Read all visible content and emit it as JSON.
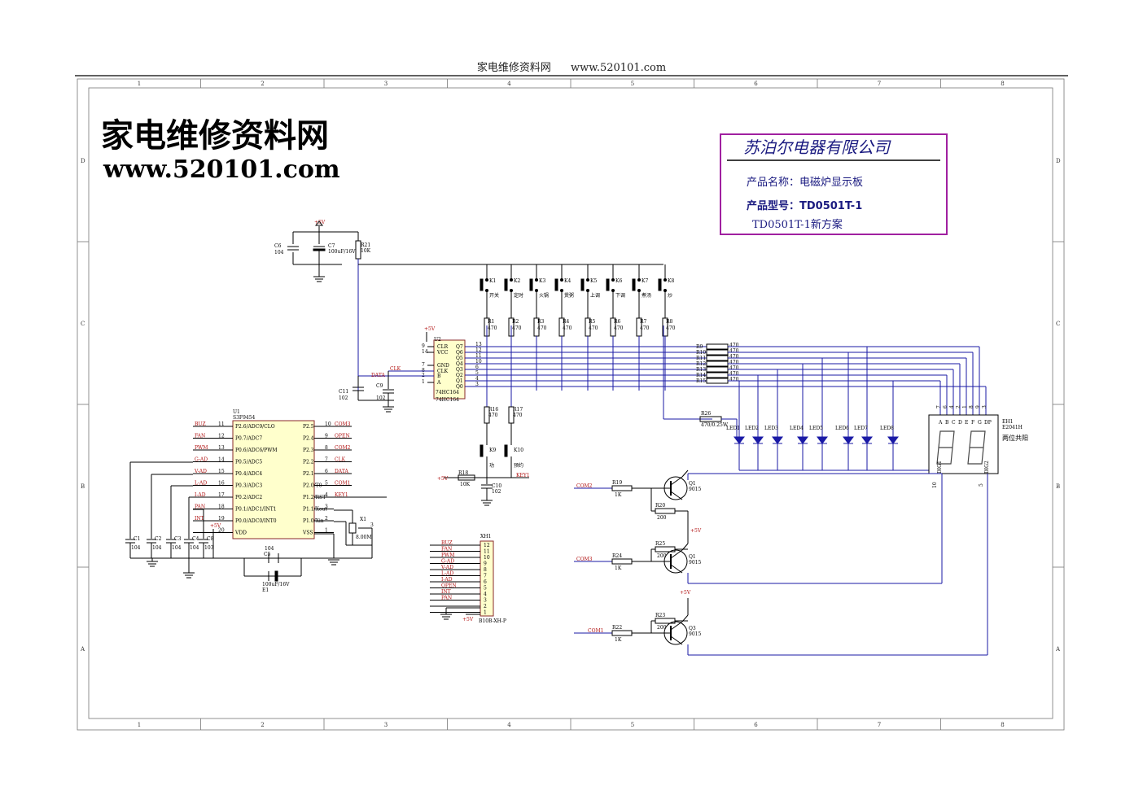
{
  "header": {
    "site_name": "家电维修资料网",
    "site_url": "www.520101.com"
  },
  "watermark": {
    "line1": "家电维修资料网",
    "line2": "www.520101.com"
  },
  "title_block": {
    "company": "苏泊尔电器有限公司",
    "product_name": "产品名称：电磁炉显示板",
    "product_model": "产品型号：TD0501T-1",
    "scheme": "TD0501T-1新方案"
  },
  "frame": {
    "col_labels": [
      "1",
      "2",
      "3",
      "4",
      "5",
      "6",
      "7",
      "8"
    ],
    "row_labels": [
      "D",
      "C",
      "B",
      "A"
    ]
  },
  "power": {
    "vcc": "+5V"
  },
  "top_caps": {
    "c6": {
      "name": "C6",
      "value": "104"
    },
    "c7": {
      "name": "C7",
      "value": "100uF/16V"
    },
    "r21": {
      "name": "R21",
      "value": "10K"
    }
  },
  "keys": [
    {
      "name": "K1",
      "func": "开关"
    },
    {
      "name": "K2",
      "func": "定时"
    },
    {
      "name": "K3",
      "func": "火锅"
    },
    {
      "name": "K4",
      "func": "煲粥"
    },
    {
      "name": "K5",
      "func": "上调"
    },
    {
      "name": "K6",
      "func": "下调"
    },
    {
      "name": "K7",
      "func": "煮汤"
    },
    {
      "name": "K8",
      "func": "炒"
    }
  ],
  "key_resistors": [
    {
      "name": "R1",
      "value": "470"
    },
    {
      "name": "R2",
      "value": "470"
    },
    {
      "name": "R3",
      "value": "470"
    },
    {
      "name": "R4",
      "value": "470"
    },
    {
      "name": "R5",
      "value": "470"
    },
    {
      "name": "R6",
      "value": "470"
    },
    {
      "name": "R7",
      "value": "470"
    },
    {
      "name": "R8",
      "value": "470"
    }
  ],
  "seg_resistors": [
    {
      "name": "R9",
      "value": "470"
    },
    {
      "name": "R10",
      "value": "470"
    },
    {
      "name": "R11",
      "value": "470"
    },
    {
      "name": "R12",
      "value": "470"
    },
    {
      "name": "R13",
      "value": "470"
    },
    {
      "name": "R14",
      "value": "470"
    },
    {
      "name": "R15",
      "value": "470"
    }
  ],
  "r26": {
    "name": "R26",
    "value": "470/0.25W"
  },
  "leds": [
    "LED1",
    "LED2",
    "LED3",
    "LED4",
    "LED5",
    "LED6",
    "LED7",
    "LED8"
  ],
  "shift_register": {
    "ref": "U2",
    "part": "74HC164",
    "pins_left": [
      "CLR",
      "VCC",
      "GND",
      "CLK",
      "B",
      "A"
    ],
    "pin_nums_left": [
      "9",
      "14",
      "7",
      "8",
      "2",
      "1"
    ],
    "pins_right": [
      "Q7",
      "Q6",
      "Q5",
      "Q4",
      "Q3",
      "Q2",
      "Q1",
      "Q0"
    ],
    "pin_nums_right": [
      "13",
      "12",
      "11",
      "10",
      "6",
      "5",
      "4",
      "3"
    ],
    "clk_net": "CLK",
    "data_net": "DATA"
  },
  "caps_mid": {
    "c11": {
      "name": "C11",
      "value": "102"
    },
    "c9": {
      "name": "C9",
      "value": "102"
    }
  },
  "mcu": {
    "ref": "U1",
    "part": "S3F9454",
    "left_pins": [
      {
        "num": "11",
        "name": "P2.6/ADC9/CLO",
        "net": "BUZ"
      },
      {
        "num": "12",
        "name": "P0.7/ADC7",
        "net": "FAN"
      },
      {
        "num": "13",
        "name": "P0.6/ADC6/PWM",
        "net": "PWM"
      },
      {
        "num": "14",
        "name": "P0.5/ADC5",
        "net": "G-AD"
      },
      {
        "num": "15",
        "name": "P0.4/ADC4",
        "net": "V-AD"
      },
      {
        "num": "16",
        "name": "P0.3/ADC3",
        "net": "L-AD"
      },
      {
        "num": "17",
        "name": "P0.2/ADC2",
        "net": "I-AD"
      },
      {
        "num": "18",
        "name": "P0.1/ADC1/INT1",
        "net": "PAN"
      },
      {
        "num": "19",
        "name": "P0.0/ADC0/INT0",
        "net": "INT"
      },
      {
        "num": "20",
        "name": "VDD",
        "net": "+5V"
      }
    ],
    "right_pins": [
      {
        "num": "10",
        "name": "P2.5",
        "net": "COM3"
      },
      {
        "num": "9",
        "name": "P2.4",
        "net": "OPEN"
      },
      {
        "num": "8",
        "name": "P2.3",
        "net": "COM2"
      },
      {
        "num": "7",
        "name": "P2.2",
        "net": "CLK"
      },
      {
        "num": "6",
        "name": "P2.1",
        "net": "DATA"
      },
      {
        "num": "5",
        "name": "P2.0/T0",
        "net": "COM1"
      },
      {
        "num": "4",
        "name": "P1.2/RST",
        "net": "KEY1"
      },
      {
        "num": "3",
        "name": "P1.1/Xout",
        "net": ""
      },
      {
        "num": "2",
        "name": "P1.0/Xin",
        "net": ""
      },
      {
        "num": "1",
        "name": "VSS",
        "net": ""
      }
    ]
  },
  "crystal": {
    "name": "X1",
    "value": "8.00M",
    "pin3": "3"
  },
  "mcu_caps": {
    "c1": {
      "name": "C1",
      "value": "104"
    },
    "c2": {
      "name": "C2",
      "value": "104"
    },
    "c3": {
      "name": "C3",
      "value": "104"
    },
    "c4": {
      "name": "C4",
      "value": "104"
    },
    "c5": {
      "name": "C5",
      "value": "104"
    },
    "c8": {
      "name": "C8",
      "value": "103"
    },
    "e1": {
      "name": "E1",
      "value": "100uF/16V"
    }
  },
  "key_block2": {
    "k9": {
      "name": "K9",
      "func": "功"
    },
    "k10": {
      "name": "K10",
      "func": "预约"
    },
    "r16": {
      "name": "R16",
      "value": "470"
    },
    "r17": {
      "name": "R17",
      "value": "470"
    },
    "r18": {
      "name": "R18",
      "value": "10K"
    },
    "c10": {
      "name": "C10",
      "value": "102"
    },
    "key_net": "KEY1"
  },
  "connector": {
    "ref": "XH1",
    "part": "B10B-XH-P",
    "nets": [
      "BUZ",
      "FAN",
      "PWM",
      "G-AD",
      "V-AD",
      "L-AD",
      "I-AD",
      "OPEN",
      "INT",
      "PAN",
      "",
      ""
    ],
    "pins": [
      "12",
      "11",
      "10",
      "9",
      "8",
      "7",
      "6",
      "5",
      "4",
      "3",
      "2",
      "1"
    ],
    "vcc_label": "+5V"
  },
  "display": {
    "ref": "EH1",
    "part": "E2041H",
    "desc": "两位共阳",
    "segs": [
      "A",
      "B",
      "C",
      "D",
      "E",
      "F",
      "G",
      "DP"
    ],
    "seg_pins": [
      "7",
      "6",
      "4",
      "2",
      "1",
      "8",
      "9",
      "3"
    ],
    "dig1": "DIG1",
    "dig2": "DIG2",
    "dig_pins": [
      "10",
      "5"
    ]
  },
  "transistors": [
    {
      "ref": "Q1",
      "part": "9015",
      "base_res": {
        "name": "R19",
        "value": "1K"
      },
      "pull_res": {
        "name": "R20",
        "value": "200"
      },
      "net": "COM2"
    },
    {
      "ref": "Q1",
      "part": "9015",
      "base_res": {
        "name": "R24",
        "value": "1K"
      },
      "pull_res": {
        "name": "R25",
        "value": "200"
      },
      "net": "COM3"
    },
    {
      "ref": "Q3",
      "part": "9015",
      "base_res": {
        "name": "R22",
        "value": "1K"
      },
      "pull_res": {
        "name": "R23",
        "value": "200"
      },
      "net": "COM1"
    }
  ],
  "colors": {
    "wire": "#1a1aa6",
    "net_label": "#b01010",
    "title_border": "#a020a0",
    "component": "#000000"
  }
}
